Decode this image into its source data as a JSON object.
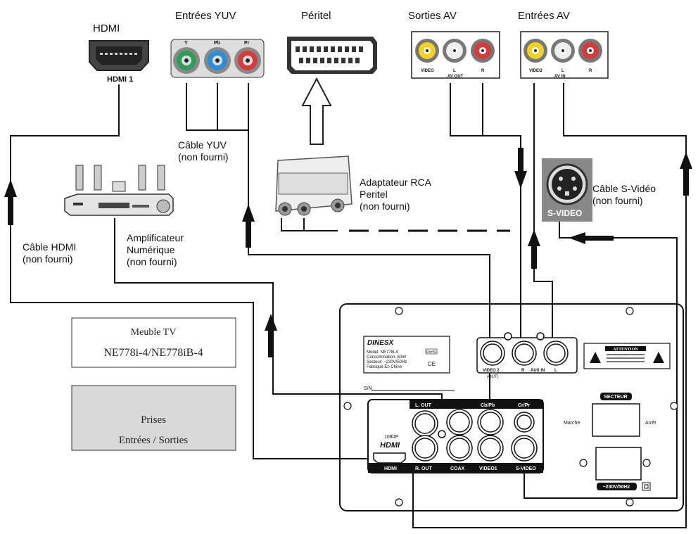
{
  "labels": {
    "hdmi": "HDMI",
    "hdmi_port": "HDMI 1",
    "yuv_in": "Entrées YUV",
    "yuv_y": "Y",
    "yuv_pb": "Pb",
    "yuv_pr": "Pr",
    "peritel": "Péritel",
    "av_out": "Sorties AV",
    "av_in": "Entrées AV",
    "av_out_video": "VIDEO",
    "av_out_l": "L",
    "av_out_r": "R",
    "av_out_caption": "AV OUT",
    "av_in_video": "VIDEO",
    "av_in_l": "L",
    "av_in_r": "R",
    "av_in_caption": "AV IN",
    "yuv_cable_1": "Câble YUV",
    "yuv_cable_2": "(non fourni)",
    "rca_adapter_1": "Adaptateur RCA",
    "rca_adapter_2": "Peritel",
    "rca_adapter_3": "(non fourni)",
    "svideo_cable_1": "Câble S-Vidéo",
    "svideo_cable_2": "(non fourni)",
    "svideo_logo": "S-VIDEO",
    "amp_1": "Amplificateur",
    "amp_2": "Numérique",
    "amp_3": "(non fourni)",
    "hdmi_cable_1": "Câble HDMI",
    "hdmi_cable_2": "(non fourni)"
  },
  "legend": {
    "box1_line1": "Meuble TV",
    "box1_line2": "NE778i-4/NE778iB-4",
    "box2_line1": "Prises",
    "box2_line2": "Entrées / Sorties"
  },
  "panel": {
    "brand": "DINESX",
    "model": "Model: NE778i-4",
    "consumption": "Consommation: 60W",
    "mains": "Secteur: ~230V/50Hz",
    "made_in": "Fabriqué En Chine",
    "rohs": "RoHS",
    "ce": "CE",
    "video2": "VIDEO 2",
    "video2_out": "(OUT)",
    "aux_r": "R",
    "aux_in": "AUX IN",
    "aux_l": "L",
    "attention": "ATTENTION",
    "sn": "S/N",
    "secteur": "SECTEUR",
    "marche": "Marche",
    "arret": "Arrêt",
    "power_rating": "~230V/50Hz",
    "l_out": "L. OUT",
    "r_out": "R. OUT",
    "cbpb": "Cb/Pb",
    "crpr": "Cr/Pr",
    "coax": "COAX",
    "video1": "VIDEO1",
    "svideo": "S-VIDEO",
    "hdmi": "HDMI",
    "p1080": "1080P",
    "hdmi_logo": "HDMI"
  }
}
